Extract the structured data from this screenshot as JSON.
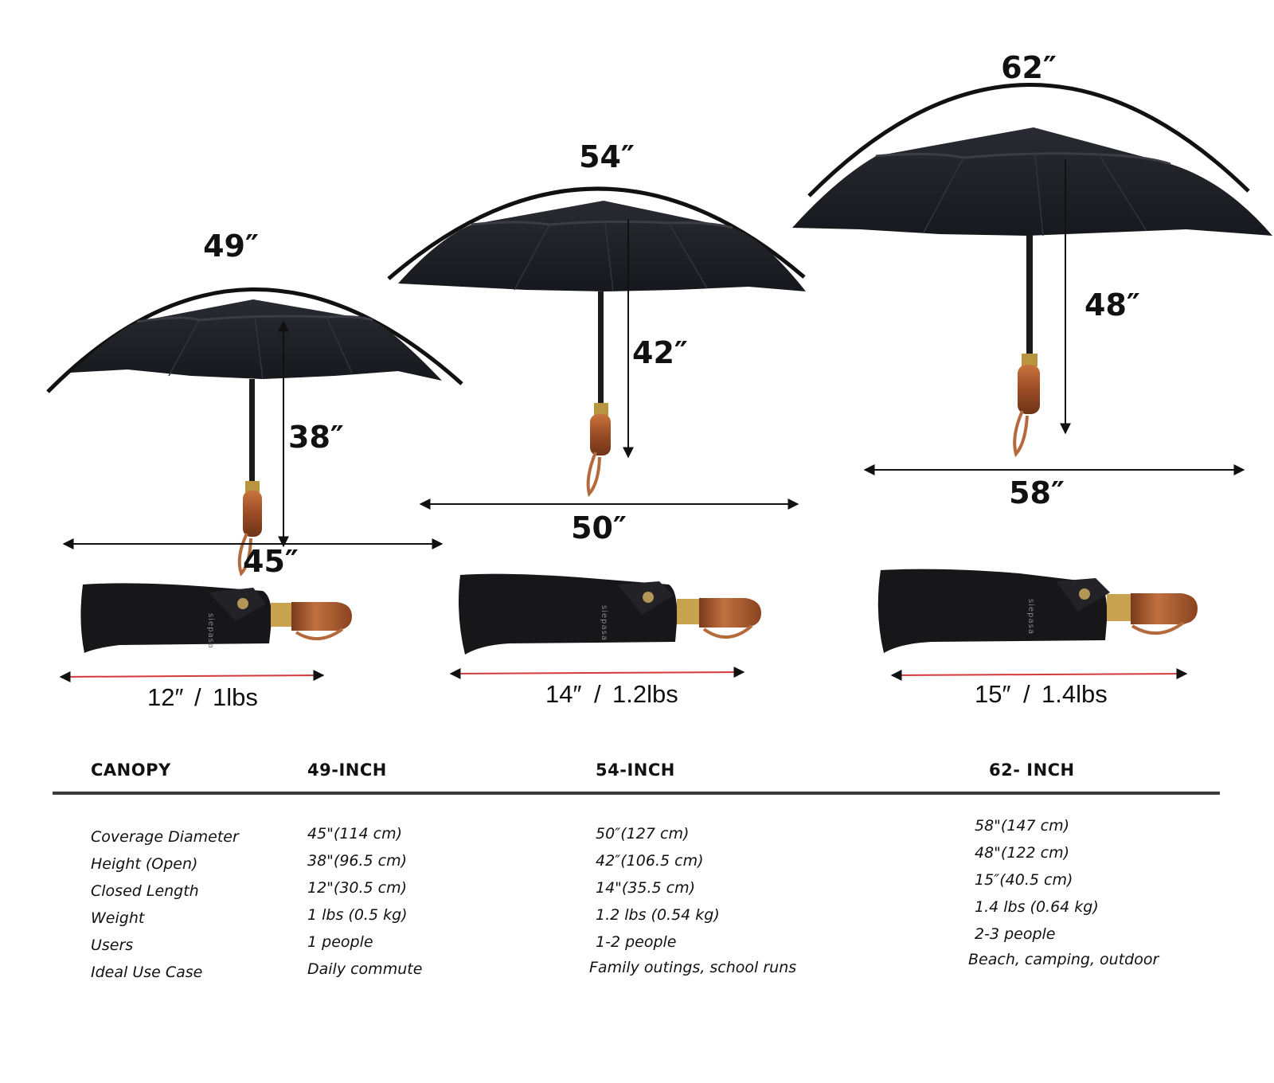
{
  "umbrellas": [
    {
      "canopy_arc": "49″",
      "height_open": "38″",
      "coverage": "45″",
      "folded_length": "12″",
      "folded_weight": "1lbs",
      "brand": "siepasa"
    },
    {
      "canopy_arc": "54″",
      "height_open": "42″",
      "coverage": "50″",
      "folded_length": "14″",
      "folded_weight": "1.2lbs",
      "brand": "siepasa"
    },
    {
      "canopy_arc": "62″",
      "height_open": "48″",
      "coverage": "58″",
      "folded_length": "15″",
      "folded_weight": "1.4lbs",
      "brand": "siepasa"
    }
  ],
  "table": {
    "header": {
      "label": "CANOPY",
      "col1": "49-INCH",
      "col2": "54-INCH",
      "col3": "62- INCH"
    },
    "row_labels": [
      "Coverage Diameter",
      "Height (Open)",
      "Closed Length",
      "Weight",
      "Users",
      "Ideal Use Case"
    ],
    "col1": [
      "45\"(114 cm)",
      "38\"(96.5 cm)",
      "12\"(30.5 cm)",
      "1 lbs (0.5 kg)",
      "1 people",
      "Daily commute"
    ],
    "col2": [
      "50″(127 cm)",
      "42″(106.5 cm)",
      "14\"(35.5 cm)",
      "1.2 lbs (0.54 kg)",
      "1-2 people",
      "Family outings, school runs"
    ],
    "col3": [
      "58\"(147 cm)",
      "48\"(122 cm)",
      "15″(40.5 cm)",
      "1.4 lbs (0.64 kg)",
      "2-3 people",
      "Beach, camping, outdoor"
    ]
  },
  "colors": {
    "canopy": "#1d1e24",
    "wood": "#a0552d",
    "strap": "#b56a3e",
    "ruler_red": "#d43a3a",
    "rule": "#3a3a3a"
  }
}
